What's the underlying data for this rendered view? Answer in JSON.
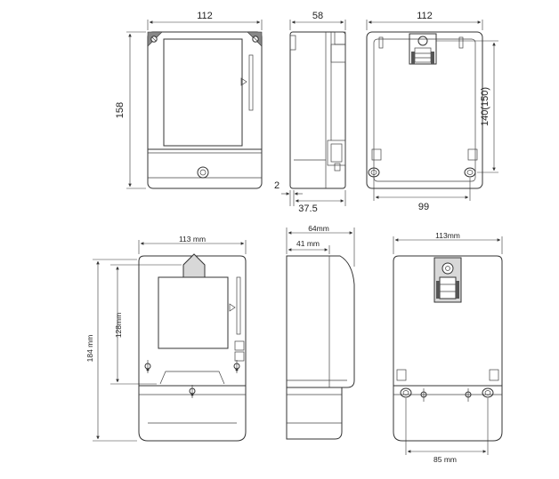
{
  "top_row": {
    "front_width": "112",
    "front_height": "158",
    "side_depth": "58",
    "side_offset": "2",
    "side_bottom": "37.5",
    "back_width": "112",
    "back_mount_height": "140(150)",
    "back_mount_width": "99"
  },
  "bottom_row": {
    "front_width": "113 mm",
    "front_height": "184 mm",
    "front_inner_height": "128mm",
    "side_depth_total": "64mm",
    "side_depth_inner": "41 mm",
    "back_width": "113mm",
    "back_mount_width": "85 mm"
  }
}
